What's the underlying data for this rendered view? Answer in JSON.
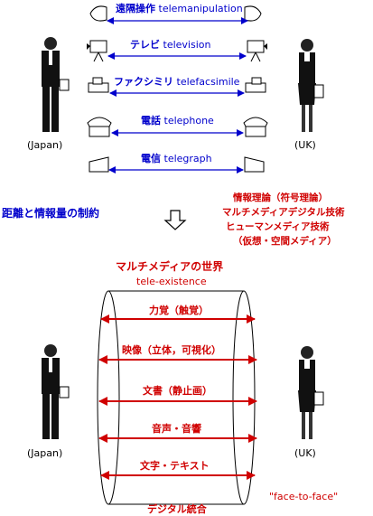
{
  "colors": {
    "blue": "#0000cc",
    "red": "#d00000",
    "black": "#000000"
  },
  "top": {
    "channels": [
      {
        "jp": "遠隔操作",
        "en": "telemanipulation",
        "icon": "robot-hand-icon"
      },
      {
        "jp": "テレビ",
        "en": "television",
        "icon": "tv-camera-icon"
      },
      {
        "jp": "ファクシミリ",
        "en": "telefacsimile",
        "icon": "fax-machine-icon"
      },
      {
        "jp": "電話",
        "en": "telephone",
        "icon": "telephone-icon"
      },
      {
        "jp": "電信",
        "en": "telegraph",
        "icon": "telegraph-icon"
      }
    ],
    "left_label": "(Japan)",
    "right_label": "(UK)"
  },
  "middle": {
    "left_text": "距離と情報量の制約",
    "right_lines": [
      "情報理論（符号理論）",
      "マルチメディアデジタル技術",
      "ヒューマンメディア技術",
      "（仮想・空間メディア）"
    ]
  },
  "bottom": {
    "title": "マルチメディアの世界",
    "subtitle": "tele-existence",
    "channels": [
      "力覚（触覚）",
      "映像（立体，可視化）",
      "文書（静止画）",
      "音声・音響",
      "文字・テキスト"
    ],
    "footer": "デジタル統合",
    "left_label": "(Japan)",
    "right_label": "(UK)",
    "face": "\"face-to-face\""
  }
}
